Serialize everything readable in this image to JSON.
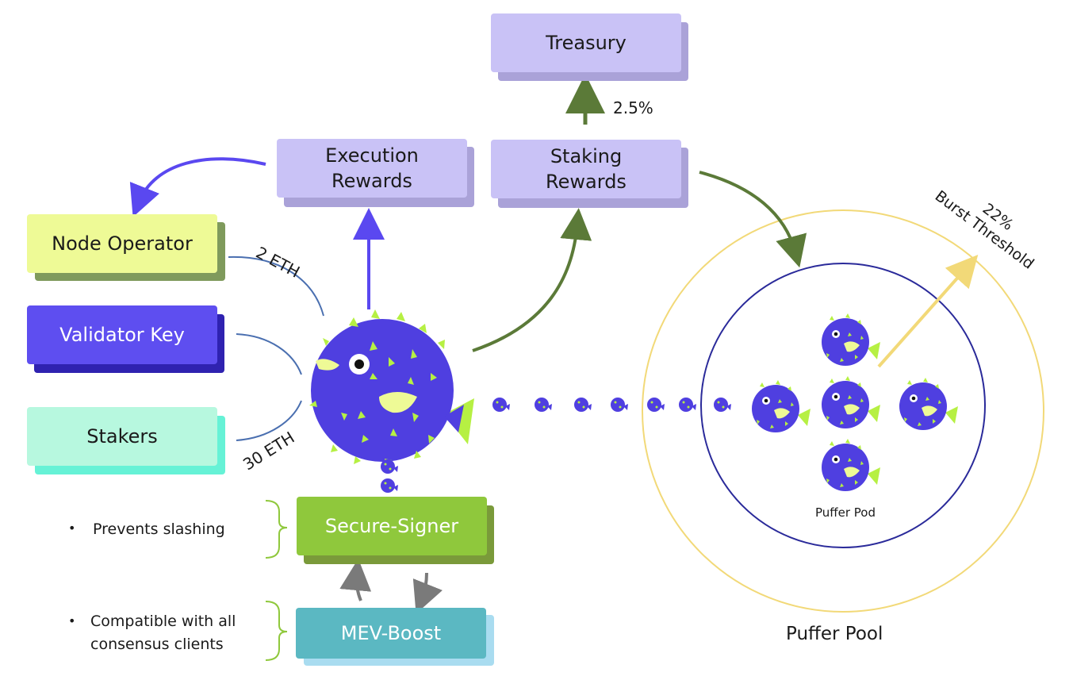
{
  "boxes": {
    "treasury": "Treasury",
    "execution_rewards": "Execution Rewards",
    "staking_rewards": "Staking Rewards",
    "node_operator": "Node Operator",
    "validator_key": "Validator Key",
    "stakers": "Stakers",
    "secure_signer": "Secure-Signer",
    "mev_boost": "MEV-Boost"
  },
  "labels": {
    "treasury_pct": "2.5%",
    "node_eth": "2 ETH",
    "stakers_eth": "30 ETH",
    "burst_pct": "22%",
    "burst_label": "Burst Threshold",
    "puffer_pod": "Puffer Pod",
    "puffer_pool": "Puffer Pool"
  },
  "notes": {
    "secure_signer_note": "Prevents slashing",
    "mev_note_line1": "Compatible with all",
    "mev_note_line2": "consensus clients",
    "bullet": "•"
  },
  "colors": {
    "lavender": "#c9c2f6",
    "lavender_shadow": "#aaa2d8",
    "yellow": "#eefa96",
    "olive_shadow": "#7f9a5c",
    "validator": "#5e4ef0",
    "validator_shadow": "#2f22b0",
    "mint": "#b7f8df",
    "mint_shadow": "#66f2d6",
    "green": "#8fc83c",
    "green_shadow": "#7a9a3a",
    "teal": "#5bb8c2",
    "teal_shadow": "#a9dcf0",
    "puffer_body": "#4f3fe0",
    "spike": "#b6f043",
    "arrow_purple": "#5a48f0",
    "arrow_green": "#5b7a38",
    "line_blue": "#4a6fb0",
    "pool_yellow": "#f2d978",
    "pod_navy": "#2a2a9a"
  }
}
